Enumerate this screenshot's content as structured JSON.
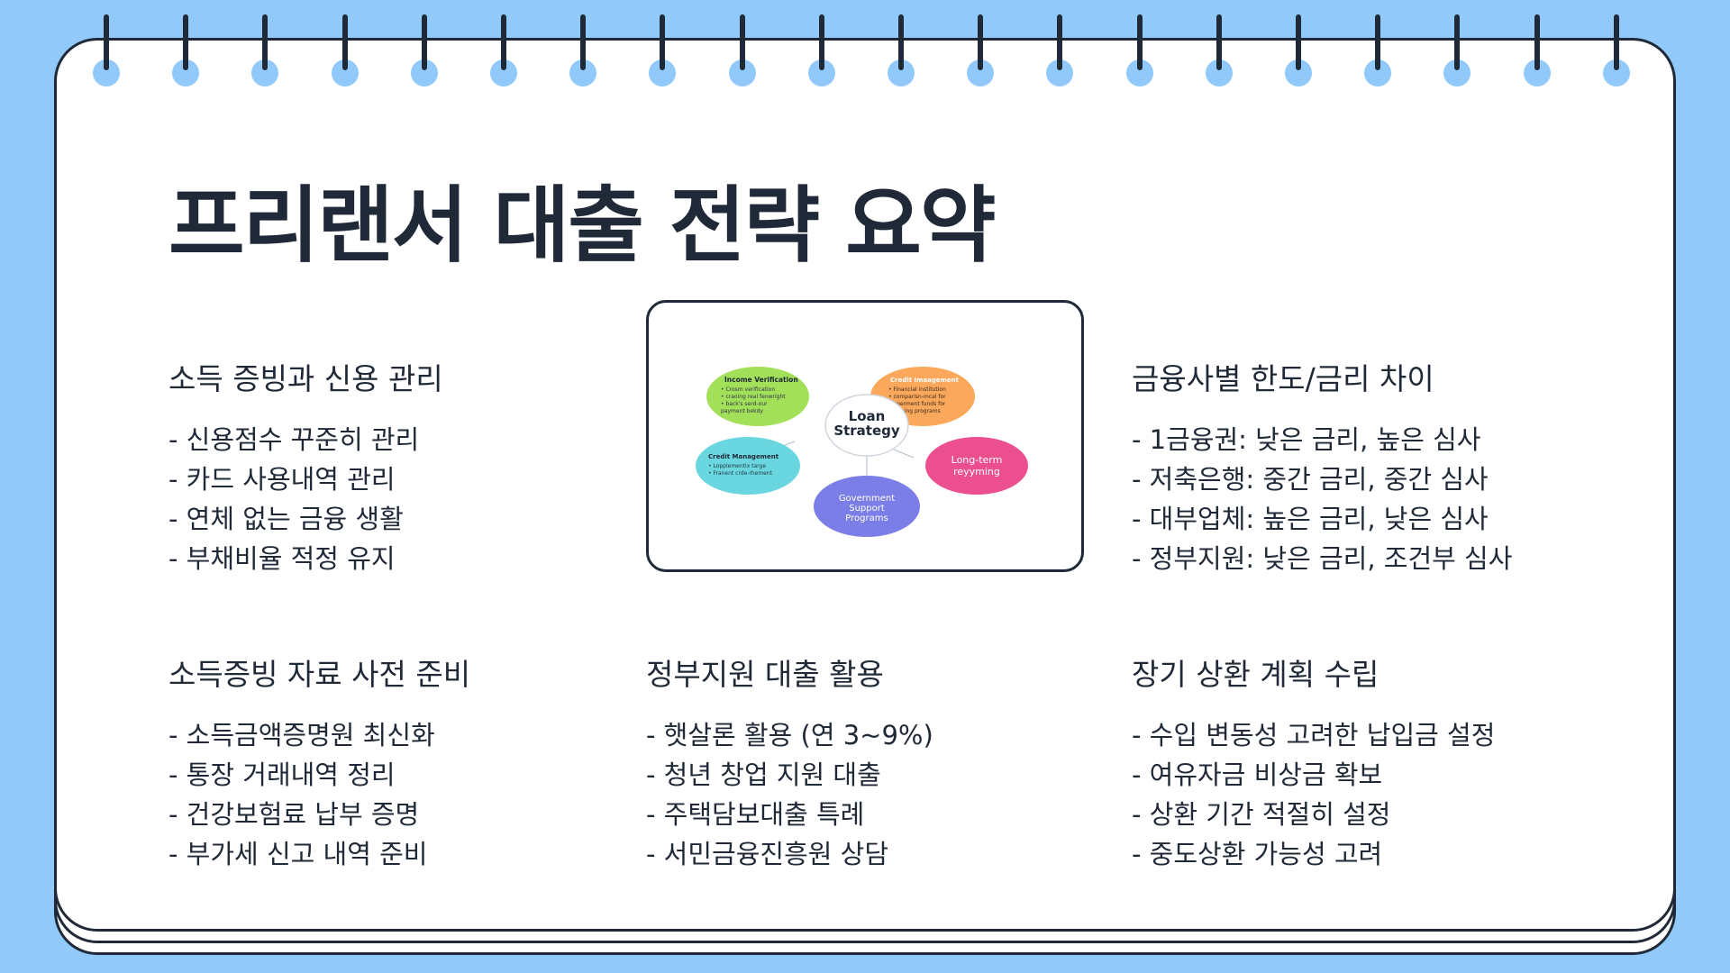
{
  "title": "프리랜서 대출 전략 요약",
  "sections": {
    "credit": {
      "heading": "소득 증빙과 신용 관리",
      "items": [
        "- 신용점수 꾸준히 관리",
        "- 카드 사용내역 관리",
        "- 연체 없는 금융 생활",
        "- 부채비율 적정 유지"
      ]
    },
    "lenders": {
      "heading": "금융사별 한도/금리 차이",
      "items": [
        "- 1금융권: 낮은 금리, 높은 심사",
        "- 저축은행: 중간 금리, 중간 심사",
        "- 대부업체: 높은 금리, 낮은 심사",
        "- 정부지원: 낮은 금리, 조건부 심사"
      ]
    },
    "documents": {
      "heading": "소득증빙 자료 사전 준비",
      "items": [
        "- 소득금액증명원 최신화",
        "- 통장 거래내역 정리",
        "- 건강보험료 납부 증명",
        "- 부가세 신고 내역 준비"
      ]
    },
    "government": {
      "heading": "정부지원 대출 활용",
      "items": [
        "- 햇살론 활용 (연 3~9%)",
        "- 청년 창업 지원 대출",
        "- 주택담보대출 특례",
        "- 서민금융진흥원 상담"
      ]
    },
    "repayment": {
      "heading": "장기 상환 계획 수립",
      "items": [
        "- 수입 변동성 고려한 납입금 설정",
        "- 여유자금 비상금 확보",
        "- 상환 기간 적절히 설정",
        "- 중도상환 가능성 고려"
      ]
    }
  },
  "diagram": {
    "center": [
      "Loan",
      "Strategy"
    ],
    "nodes": {
      "income": {
        "title": "Income Verification",
        "lines": [
          "• Crosm verification",
          "• craoing real fenwright",
          "• back's serd-our",
          "  payment bekdy"
        ],
        "color": "#a3e05a"
      },
      "credit_mgmt": {
        "title": "Credit Imaagement",
        "lines": [
          "• Financial institution",
          "• comparisn-mcal for",
          "• operment funds for",
          "  treyming programs"
        ],
        "color": "#fba85c"
      },
      "credit_management": {
        "title": "Credit Management",
        "lines": [
          "• Lopplementix targe",
          "• Franent crde-rhement"
        ],
        "color": "#6ad6e0"
      },
      "longterm": {
        "lines": [
          "Long-term",
          "reyyming"
        ],
        "color": "#ec4f8f"
      },
      "government": {
        "lines": [
          "Government",
          "Support",
          "Programs"
        ],
        "color": "#7a7ee6"
      }
    }
  }
}
